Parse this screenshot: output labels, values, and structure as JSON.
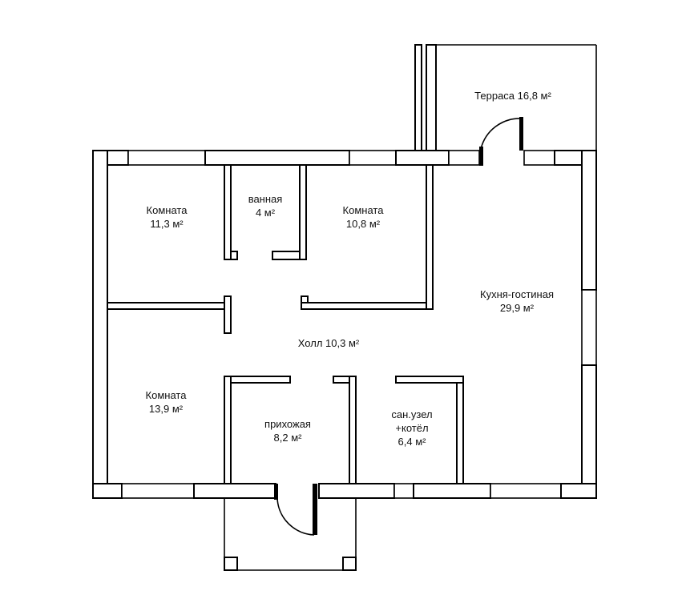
{
  "plan": {
    "rooms": [
      {
        "id": "room-1",
        "name": "Комната",
        "area": "11,3 м²"
      },
      {
        "id": "bath",
        "name": "ванная",
        "area": "4 м²"
      },
      {
        "id": "room-2",
        "name": "Комната",
        "area": "10,8 м²"
      },
      {
        "id": "terrace",
        "name": "Терраса 16,8 м²"
      },
      {
        "id": "kitchen",
        "name": "Кухня-гостиная",
        "area": "29,9 м²"
      },
      {
        "id": "hall",
        "name": "Холл 10,3 м²"
      },
      {
        "id": "room-3",
        "name": "Комната",
        "area": "13,9 м²"
      },
      {
        "id": "entrance",
        "name": "прихожая",
        "area": "8,2 м²"
      },
      {
        "id": "wc",
        "name": "сан.узел",
        "name2": "+котёл",
        "area": "6,4 м²"
      }
    ],
    "colors": {
      "wall": "#000000",
      "background": "#ffffff",
      "text": "#111111"
    }
  }
}
